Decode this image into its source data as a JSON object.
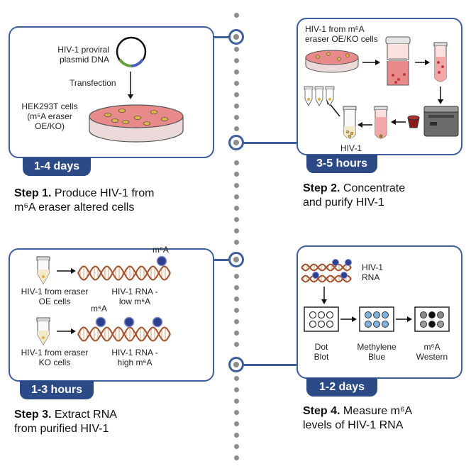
{
  "steps": [
    {
      "duration": "1-4 days",
      "step_label": "Step 1.",
      "caption_line1": "Produce HIV-1 from",
      "caption_line2": "m⁶A eraser altered cells",
      "labels": {
        "plasmid_line1": "HIV-1 proviral",
        "plasmid_line2": "plasmid DNA",
        "transfection": "Transfection",
        "cells_line1": "HEK293T cells",
        "cells_line2": "(m⁶A eraser",
        "cells_line3": "OE/KO)"
      }
    },
    {
      "duration": "3-5 hours",
      "step_label": "Step 2.",
      "caption_line1": "Concentrate",
      "caption_line2": "and purify HIV-1",
      "labels": {
        "source_line1": "HIV-1 from m⁶A",
        "source_line2": "eraser OE/KO cells",
        "product": "HIV-1"
      }
    },
    {
      "duration": "1-3 hours",
      "step_label": "Step 3.",
      "caption_line1": "Extract RNA",
      "caption_line2": "from purified HIV-1",
      "labels": {
        "oe_line1": "HIV-1 from eraser",
        "oe_line2": "OE cells",
        "low_line1": "HIV-1 RNA -",
        "low_line2": "low m⁶A",
        "ko_line1": "HIV-1 from eraser",
        "ko_line2": "KO cells",
        "high_line1": "HIV-1 RNA -",
        "high_line2": "high m⁶A",
        "m6a_top": "m⁶A",
        "m6a_mid": "m⁶A"
      }
    },
    {
      "duration": "1-2 days",
      "step_label": "Step 4.",
      "caption_line1": "Measure m⁶A",
      "caption_line2": "levels of HIV-1 RNA",
      "labels": {
        "rna_line1": "HIV-1",
        "rna_line2": "RNA",
        "dot_line1": "Dot",
        "dot_line2": "Blot",
        "mb_line1": "Methylene",
        "mb_line2": "Blue",
        "wb_line1": "m⁶A",
        "wb_line2": "Western"
      }
    }
  ],
  "colors": {
    "frame": "#3e5f9a",
    "badge": "#2c4b86",
    "dish": "#e88a8a",
    "rna": "#a0522d",
    "m6a": "#2e3f8f",
    "timeline": "#8c8c8c"
  }
}
